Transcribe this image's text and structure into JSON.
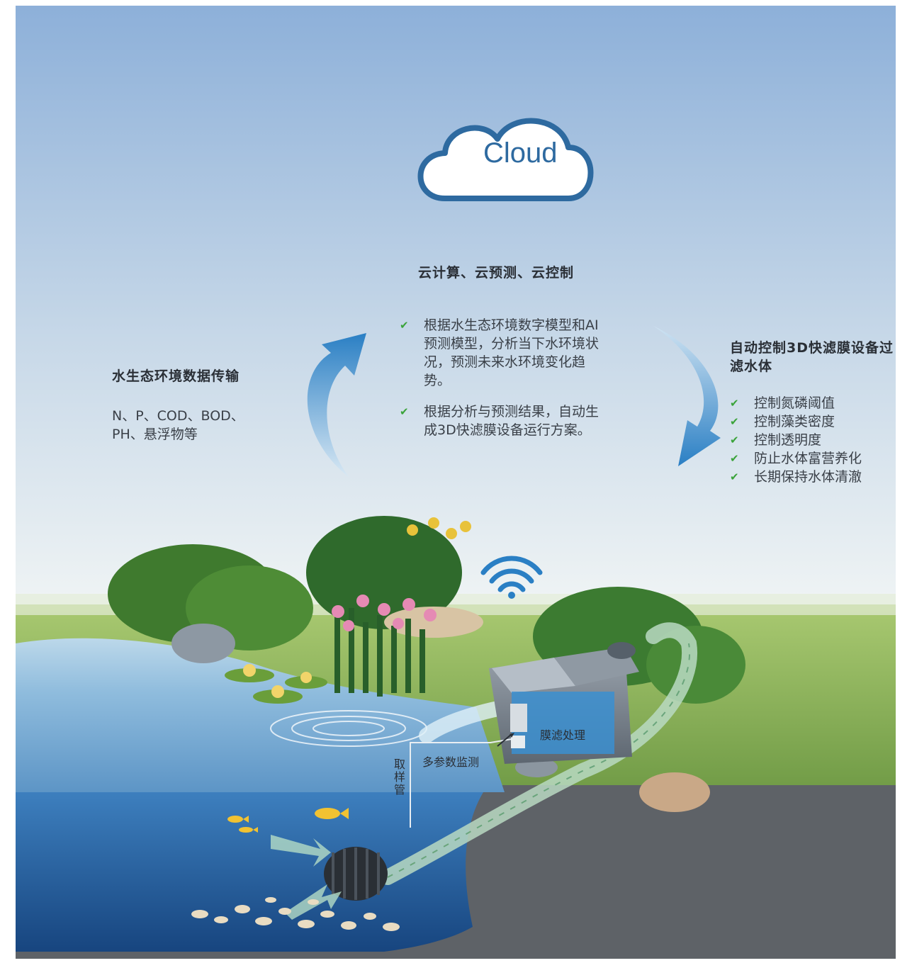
{
  "cloud": {
    "label": "Cloud",
    "heading": "云计算、云预测、云控制",
    "points": [
      "根据水生态环境数字模型和AI预测模型，分析当下水环境状况，预测未来水环境变化趋势。",
      "根据分析与预测结果，自动生成3D快滤膜设备运行方案。"
    ]
  },
  "left": {
    "heading": "水生态环境数据传输",
    "body": "N、P、COD、BOD、PH、悬浮物等"
  },
  "right": {
    "heading": "自动控制3D快滤膜设备过滤水体",
    "points": [
      "控制氮磷阈值",
      "控制藻类密度",
      "控制透明度",
      "防止水体富营养化",
      "长期保持水体清澈"
    ]
  },
  "scene": {
    "filter_label": "膜滤处理",
    "monitor_label": "多参数监测",
    "sampling_label": "取样管"
  },
  "colors": {
    "sky_top": "#8eb0d8",
    "sky_bottom": "#f1f5f6",
    "arrow": "#2a7fc4",
    "cloud_outline": "#2e6aa0",
    "check": "#3aa33a",
    "water": "#2f6fb0",
    "ground": "#5e6267"
  },
  "icons": [
    "cloud-icon",
    "wifi-icon",
    "check-icon"
  ]
}
